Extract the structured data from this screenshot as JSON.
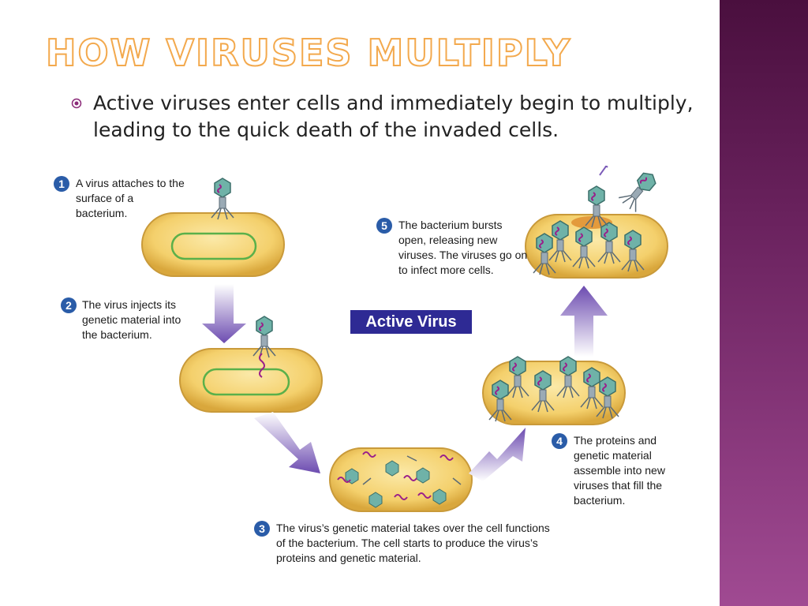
{
  "slide": {
    "title": "How Viruses Multiply",
    "bullet": "Active viruses enter cells and immediately begin to multiply, leading to the quick death of the invaded cells."
  },
  "diagram": {
    "label": "Active Virus",
    "steps": [
      {
        "number": "1",
        "text": "A virus attaches to the surface of a bacterium."
      },
      {
        "number": "2",
        "text": "The virus injects its genetic material into the bacterium."
      },
      {
        "number": "3",
        "text": "The virus’s genetic material takes over the cell functions of the bacterium. The cell starts to produce the virus’s proteins and genetic material."
      },
      {
        "number": "4",
        "text": "The proteins and genetic material assemble into new viruses that fill the bacterium."
      },
      {
        "number": "5",
        "text": "The bacterium bursts open, releasing new viruses. The viruses go on to infect more cells."
      }
    ]
  },
  "colors": {
    "title_outline": "#f3a94d",
    "sidebar": "#6d2461",
    "label_bg": "#2e2a94",
    "step_badge": "#2a5ca8",
    "cell_fill": "#f6d57a",
    "dna": "#9a1f8a",
    "arrow": "#7b5bb8"
  }
}
